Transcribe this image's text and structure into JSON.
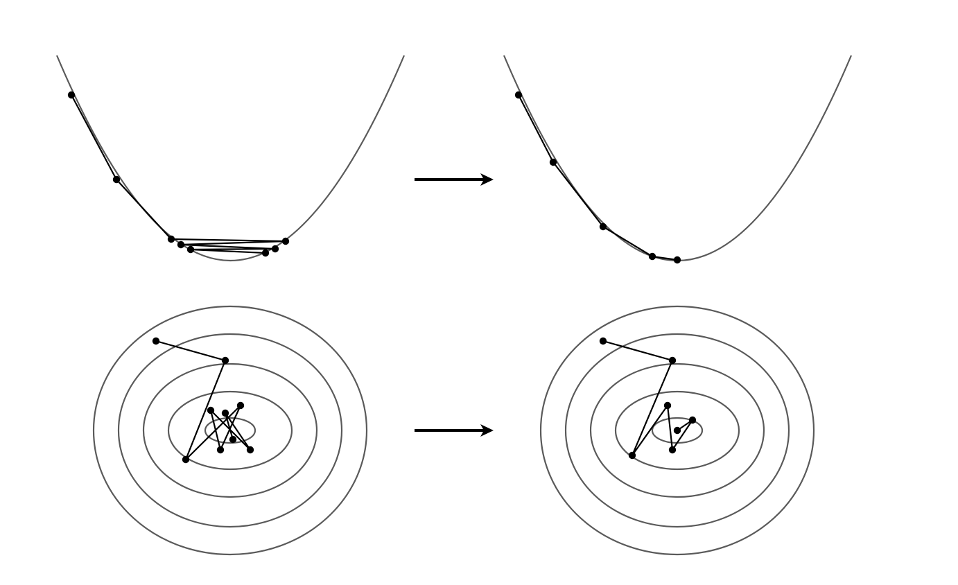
{
  "figure": {
    "description_free": true,
    "colors": {
      "surface_curve": "#5a5a5a",
      "optimizer_path": "#000000",
      "arrow": "#000000",
      "background": "#ffffff"
    },
    "panels": [
      {
        "id": "parabola-oscillating",
        "kind": "parabola",
        "steps": [
          [
            103,
            137
          ],
          [
            168,
            259
          ],
          [
            247,
            345
          ],
          [
            412,
            348
          ],
          [
            261,
            353
          ],
          [
            397,
            359
          ],
          [
            275,
            360
          ],
          [
            383,
            365
          ]
        ]
      },
      {
        "id": "parabola-smooth",
        "kind": "parabola",
        "steps": [
          [
            748,
            137
          ],
          [
            798,
            234
          ],
          [
            870,
            327
          ],
          [
            941,
            370
          ],
          [
            977,
            375
          ]
        ]
      },
      {
        "id": "contour-oscillating",
        "kind": "contour",
        "steps": [
          [
            225,
            492
          ],
          [
            325,
            520
          ],
          [
            268,
            663
          ],
          [
            347,
            585
          ],
          [
            318,
            649
          ],
          [
            304,
            592
          ],
          [
            361,
            649
          ],
          [
            325,
            596
          ],
          [
            336,
            634
          ]
        ]
      },
      {
        "id": "contour-smooth",
        "kind": "contour",
        "steps": [
          [
            870,
            492
          ],
          [
            970,
            520
          ],
          [
            912,
            657
          ],
          [
            963,
            585
          ],
          [
            970,
            649
          ],
          [
            999,
            606
          ],
          [
            977,
            621
          ]
        ]
      }
    ],
    "arrows": [
      {
        "id": "arrow-top"
      },
      {
        "id": "arrow-bottom"
      }
    ]
  }
}
